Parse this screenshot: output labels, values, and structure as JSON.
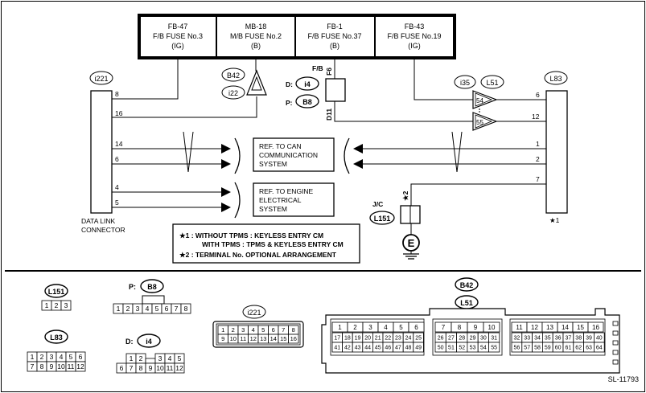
{
  "fuses": [
    {
      "id": "FB-47",
      "name": "F/B FUSE No.3",
      "supply": "(IG)"
    },
    {
      "id": "MB-18",
      "name": "M/B FUSE No.2",
      "supply": "(B)"
    },
    {
      "id": "FB-1",
      "name": "F/B FUSE No.37",
      "supply": "(B)"
    },
    {
      "id": "FB-43",
      "name": "F/B FUSE No.19",
      "supply": "(IG)"
    }
  ],
  "connectors": {
    "i221": "i221",
    "b42": "B42",
    "i22": "i22",
    "fb": "F/B",
    "d": "D:",
    "i4": "i4",
    "p": "P:",
    "b8": "B8",
    "f6": "F6",
    "d11": "D11",
    "i35": "i35",
    "l51": "L51",
    "l83": "L83",
    "jc": "J/C",
    "l151": "L151",
    "star2": "★2"
  },
  "dlc": {
    "label_line1": "DATA LINK",
    "label_line2": "CONNECTOR",
    "pins": [
      "8",
      "16",
      "14",
      "6",
      "4",
      "5"
    ]
  },
  "l83_pins": [
    "6",
    "12",
    "1",
    "2",
    "7"
  ],
  "l83_mark": "★1",
  "inline_pins": [
    "54",
    "55"
  ],
  "refs": {
    "can": [
      "REF. TO CAN",
      "COMMUNICATION",
      "SYSTEM"
    ],
    "engine": [
      "REF. TO ENGINE",
      "ELECTRICAL",
      "SYSTEM"
    ]
  },
  "ground": "E",
  "notes": [
    "★1 : WITHOUT TPMS : KEYLESS ENTRY CM",
    "WITH TPMS : TPMS & KEYLESS ENTRY CM",
    "★2 : TERMINAL No. OPTIONAL ARRANGEMENT"
  ],
  "views": {
    "l151": {
      "name": "L151",
      "rows": [
        [
          "1",
          "2",
          "3"
        ]
      ]
    },
    "l83": {
      "name": "L83",
      "rows": [
        [
          "1",
          "2",
          "3",
          "4",
          "5",
          "6"
        ],
        [
          "7",
          "8",
          "9",
          "10",
          "11",
          "12"
        ]
      ]
    },
    "b8": {
      "prefix": "P:",
      "name": "B8",
      "rows": [
        [
          "1",
          "2",
          "3",
          "4",
          "5",
          "6",
          "7",
          "8"
        ]
      ]
    },
    "i4": {
      "prefix": "D:",
      "name": "i4",
      "rows": [
        [
          "1",
          "2",
          "",
          "",
          "3",
          "4",
          "5"
        ],
        [
          "6",
          "7",
          "8",
          "9",
          "10",
          "11",
          "12"
        ]
      ]
    },
    "i221": {
      "name": "i221",
      "rows": [
        [
          "1",
          "2",
          "3",
          "4",
          "5",
          "6",
          "7",
          "8"
        ],
        [
          "9",
          "10",
          "11",
          "12",
          "13",
          "14",
          "15",
          "16"
        ]
      ]
    },
    "big": {
      "name1": "B42",
      "name2": "L51",
      "top": [
        "1",
        "2",
        "3",
        "4",
        "5",
        "6",
        "7",
        "8",
        "9",
        "10",
        "11",
        "12",
        "13",
        "14",
        "15",
        "16"
      ],
      "g1": [
        [
          "17",
          "18",
          "19",
          "20",
          "21",
          "22",
          "23",
          "24",
          "25"
        ],
        [
          "41",
          "42",
          "43",
          "44",
          "45",
          "46",
          "47",
          "48",
          "49"
        ]
      ],
      "g2": [
        [
          "26",
          "27",
          "28",
          "29",
          "30",
          "31"
        ],
        [
          "50",
          "51",
          "52",
          "53",
          "54",
          "55"
        ]
      ],
      "g3": [
        [
          "32",
          "33",
          "34",
          "35",
          "36",
          "37",
          "38",
          "39",
          "40"
        ],
        [
          "56",
          "57",
          "58",
          "59",
          "60",
          "61",
          "62",
          "63",
          "64"
        ]
      ]
    }
  },
  "code": "SL-11793"
}
